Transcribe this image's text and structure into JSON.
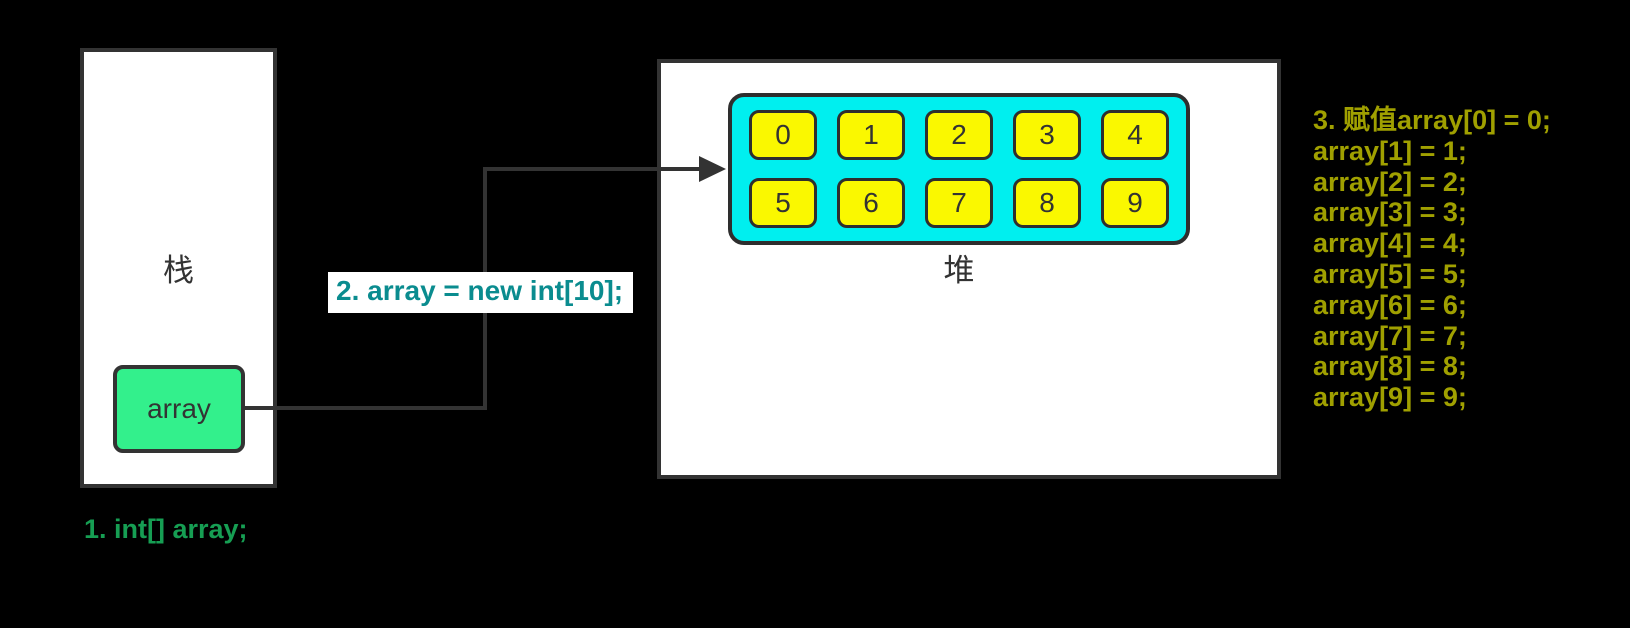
{
  "diagram": {
    "background_color": "#000000",
    "stroke_color": "#333333"
  },
  "stack": {
    "label": "栈",
    "variable": {
      "label": "array",
      "fill_color": "#33F08C"
    }
  },
  "heap": {
    "label": "堆",
    "array": {
      "fill_color": "#00EFEF",
      "cell_fill_color": "#FAF800",
      "cells": [
        "0",
        "1",
        "2",
        "3",
        "4",
        "5",
        "6",
        "7",
        "8",
        "9"
      ]
    }
  },
  "arrow": {
    "color": "#333333",
    "from": "array variable (stack)",
    "to": "array object (heap)"
  },
  "steps": {
    "step1": {
      "text": "1. int[] array;",
      "color": "#169E53"
    },
    "step2": {
      "text": "2. array = new int[10];",
      "color": "#0A8C8F",
      "background_color": "#FFFFFF"
    },
    "step3": {
      "color": "#A0A000",
      "lines": [
        "3. 赋值array[0] = 0;",
        "array[1] = 1;",
        "array[2] = 2;",
        "array[3] = 3;",
        "array[4] = 4;",
        "array[5] = 5;",
        "array[6] = 6;",
        "array[7] = 7;",
        "array[8] = 8;",
        "array[9] = 9;"
      ]
    }
  }
}
